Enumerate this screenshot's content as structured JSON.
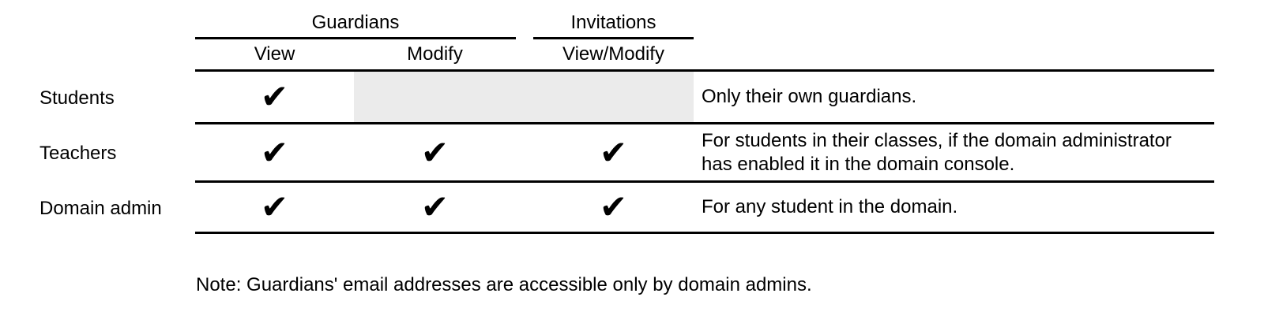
{
  "table": {
    "check_glyph": "✔",
    "groups": [
      {
        "label": "Guardians"
      },
      {
        "label": "Invitations"
      }
    ],
    "columns": [
      {
        "group": "Guardians",
        "label": "View"
      },
      {
        "group": "Guardians",
        "label": "Modify"
      },
      {
        "group": "Invitations",
        "label": "View/Modify"
      }
    ],
    "rows": [
      {
        "label": "Students",
        "guardians_view": true,
        "guardians_modify": false,
        "invitations_view_modify": false,
        "note": "Only their own guardians."
      },
      {
        "label": "Teachers",
        "guardians_view": true,
        "guardians_modify": true,
        "invitations_view_modify": true,
        "note": "For students in their classes, if the domain administrator has enabled it in the domain console."
      },
      {
        "label": "Domain admin",
        "guardians_view": true,
        "guardians_modify": true,
        "invitations_view_modify": true,
        "note": "For any student in the domain."
      }
    ]
  },
  "footer": {
    "note": "Note: Guardians' email addresses are accessible only by domain admins."
  },
  "colors": {
    "text": "#000000",
    "rule_line": "#000000",
    "disabled_cell_bg": "#ebebeb",
    "background": "#ffffff"
  }
}
